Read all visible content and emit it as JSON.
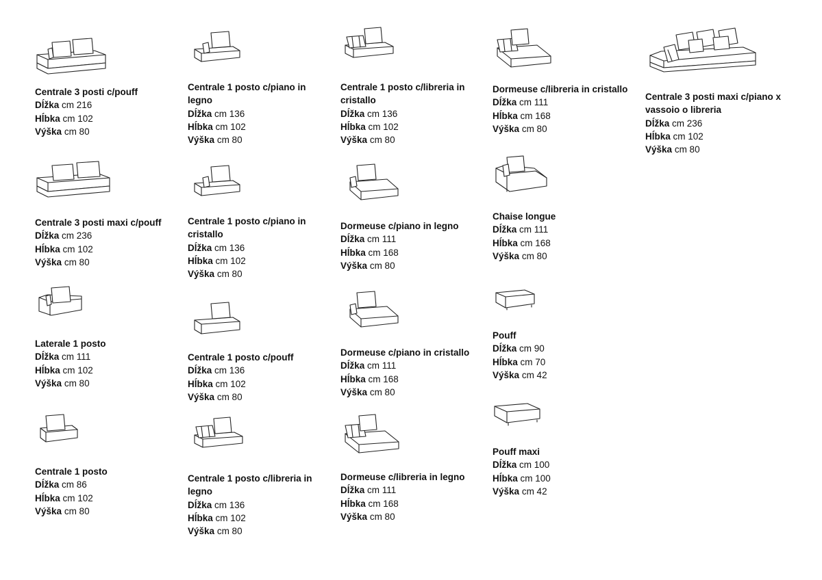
{
  "labels": {
    "length": "Dĺžka",
    "depth": "Hĺbka",
    "height": "Výška"
  },
  "columns": [
    {
      "items": [
        {
          "name": "Centrale 3 posti c/pouff",
          "length": "cm 216",
          "depth": "cm 102",
          "height": "cm 80",
          "icon": "sofa-3-seat-pouff-icon"
        },
        {
          "name": "Centrale 3 posti maxi c/pouff",
          "length": "cm 236",
          "depth": "cm 102",
          "height": "cm 80",
          "icon": "sofa-3-seat-maxi-pouff-icon"
        },
        {
          "name": "Laterale 1 posto",
          "length": "cm 111",
          "depth": "cm 102",
          "height": "cm 80",
          "icon": "side-1-seat-icon"
        },
        {
          "name": "Centrale 1 posto",
          "length": "cm 86",
          "depth": "cm 102",
          "height": "cm 80",
          "icon": "central-1-seat-icon"
        }
      ]
    },
    {
      "items": [
        {
          "name": "Centrale 1 posto c/piano in legno",
          "length": "cm 136",
          "depth": "cm 102",
          "height": "cm 80",
          "icon": "seat-wood-top-icon"
        },
        {
          "name": "Centrale 1 posto c/piano in cristallo",
          "length": "cm 136",
          "depth": "cm 102",
          "height": "cm 80",
          "icon": "seat-glass-top-icon"
        },
        {
          "name": "Centrale 1 posto c/pouff",
          "length": "cm 136",
          "depth": "cm 102",
          "height": "cm 80",
          "icon": "seat-pouff-icon"
        },
        {
          "name": "Centrale 1 posto c/libreria in legno",
          "length": "cm 136",
          "depth": "cm 102",
          "height": "cm 80",
          "icon": "seat-wood-bookcase-icon"
        }
      ]
    },
    {
      "items": [
        {
          "name": "Centrale 1 posto c/libreria in cristallo",
          "length": "cm 136",
          "depth": "cm 102",
          "height": "cm 80",
          "icon": "seat-glass-bookcase-icon"
        },
        {
          "name": "Dormeuse c/piano in legno",
          "length": "cm 111",
          "depth": "cm 168",
          "height": "cm 80",
          "icon": "dormeuse-wood-top-icon"
        },
        {
          "name": "Dormeuse c/piano in cristallo",
          "length": "cm 111",
          "depth": "cm 168",
          "height": "cm 80",
          "icon": "dormeuse-glass-top-icon"
        },
        {
          "name": "Dormeuse c/libreria in legno",
          "length": "cm 111",
          "depth": "cm 168",
          "height": "cm 80",
          "icon": "dormeuse-wood-bookcase-icon"
        }
      ]
    },
    {
      "items": [
        {
          "name": "Dormeuse c/libreria in cristallo",
          "length": "cm 111",
          "depth": "cm 168",
          "height": "cm 80",
          "icon": "dormeuse-glass-bookcase-icon"
        },
        {
          "name": "Chaise longue",
          "length": "cm 111",
          "depth": "cm 168",
          "height": "cm 80",
          "icon": "chaise-longue-icon"
        },
        {
          "name": "Pouff",
          "length": "cm 90",
          "depth": "cm 70",
          "height": "cm 42",
          "icon": "pouff-icon"
        },
        {
          "name": "Pouff maxi",
          "length": "cm 100",
          "depth": "cm 100",
          "height": "cm 42",
          "icon": "pouff-maxi-icon"
        }
      ]
    },
    {
      "items": [
        {
          "name": "Centrale 3 posti maxi c/piano x vassoio o libreria",
          "length": "cm 236",
          "depth": "cm 102",
          "height": "cm 80",
          "icon": "sofa-3-seat-maxi-tray-icon"
        }
      ]
    }
  ]
}
